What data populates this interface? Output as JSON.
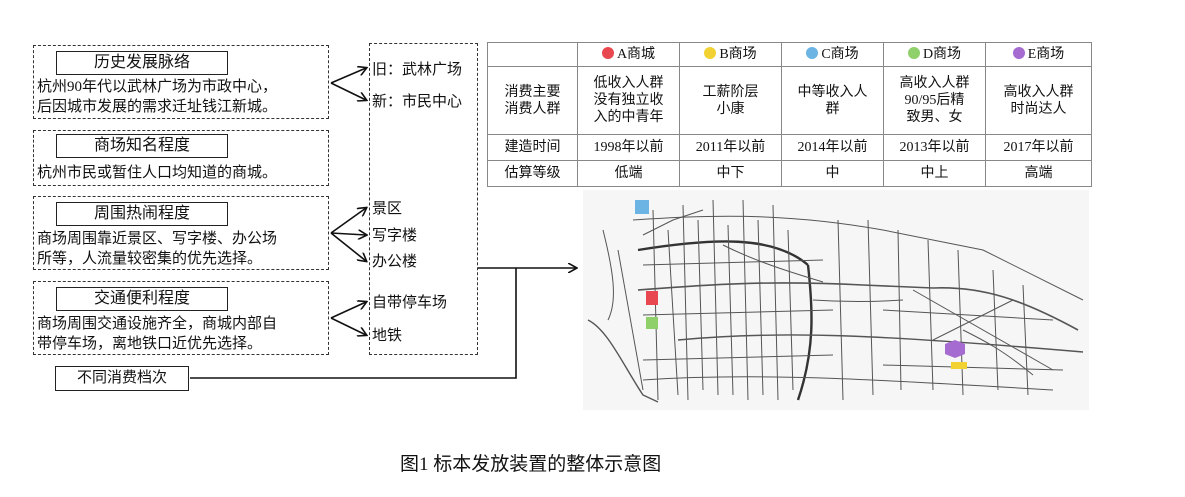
{
  "factors": [
    {
      "title": "历史发展脉络",
      "lines": [
        "杭州90年代以武林广场为市政中心，",
        "后因城市发展的需求迁址钱江新城。"
      ]
    },
    {
      "title": "商场知名程度",
      "lines": [
        "杭州市民或暂住人口均知道的商城。"
      ]
    },
    {
      "title": "周围热闹程度",
      "lines": [
        "商场周围靠近景区、写字楼、办公场",
        "所等，人流量较密集的优先选择。"
      ]
    },
    {
      "title": "交通便利程度",
      "lines": [
        "商场周围交通设施齐全，商城内部自",
        "带停车场，离地铁口近优先选择。"
      ]
    }
  ],
  "consumption_label": "不同消费档次",
  "middle_labels": [
    "旧：武林广场",
    "新：市民中心",
    "景区",
    "写字楼",
    "办公楼",
    "自带停车场",
    "地铁"
  ],
  "table": {
    "malls": [
      {
        "name": "A商城",
        "color": "#e8474f"
      },
      {
        "name": "B商场",
        "color": "#f2d232"
      },
      {
        "name": "C商场",
        "color": "#6cb4e4"
      },
      {
        "name": "D商场",
        "color": "#8fd06a"
      },
      {
        "name": "E商场",
        "color": "#a56bd0"
      }
    ],
    "rows": [
      {
        "label": [
          "消费主要",
          "消费人群"
        ],
        "cells": [
          [
            "低收入人群",
            "没有独立收",
            "入的中青年"
          ],
          [
            "工薪阶层",
            "小康"
          ],
          [
            "中等收入人",
            "群"
          ],
          [
            "高收入人群",
            "90/95后精",
            "致男、女"
          ],
          [
            "高收入人群",
            "时尚达人"
          ]
        ]
      },
      {
        "label": [
          "建造时间"
        ],
        "cells": [
          [
            "1998年以前"
          ],
          [
            "2011年以前"
          ],
          [
            "2014年以前"
          ],
          [
            "2013年以前"
          ],
          [
            "2017年以前"
          ]
        ]
      },
      {
        "label": [
          "估算等级"
        ],
        "cells": [
          [
            "低端"
          ],
          [
            "中下"
          ],
          [
            "中"
          ],
          [
            "中上"
          ],
          [
            "高端"
          ]
        ]
      }
    ]
  },
  "caption": "图1 标本发放装置的整体示意图",
  "colors": {
    "mall_a": "#e8474f",
    "mall_b": "#f2d232",
    "mall_c": "#6cb4e4",
    "mall_d": "#8fd06a",
    "mall_e": "#a56bd0"
  }
}
